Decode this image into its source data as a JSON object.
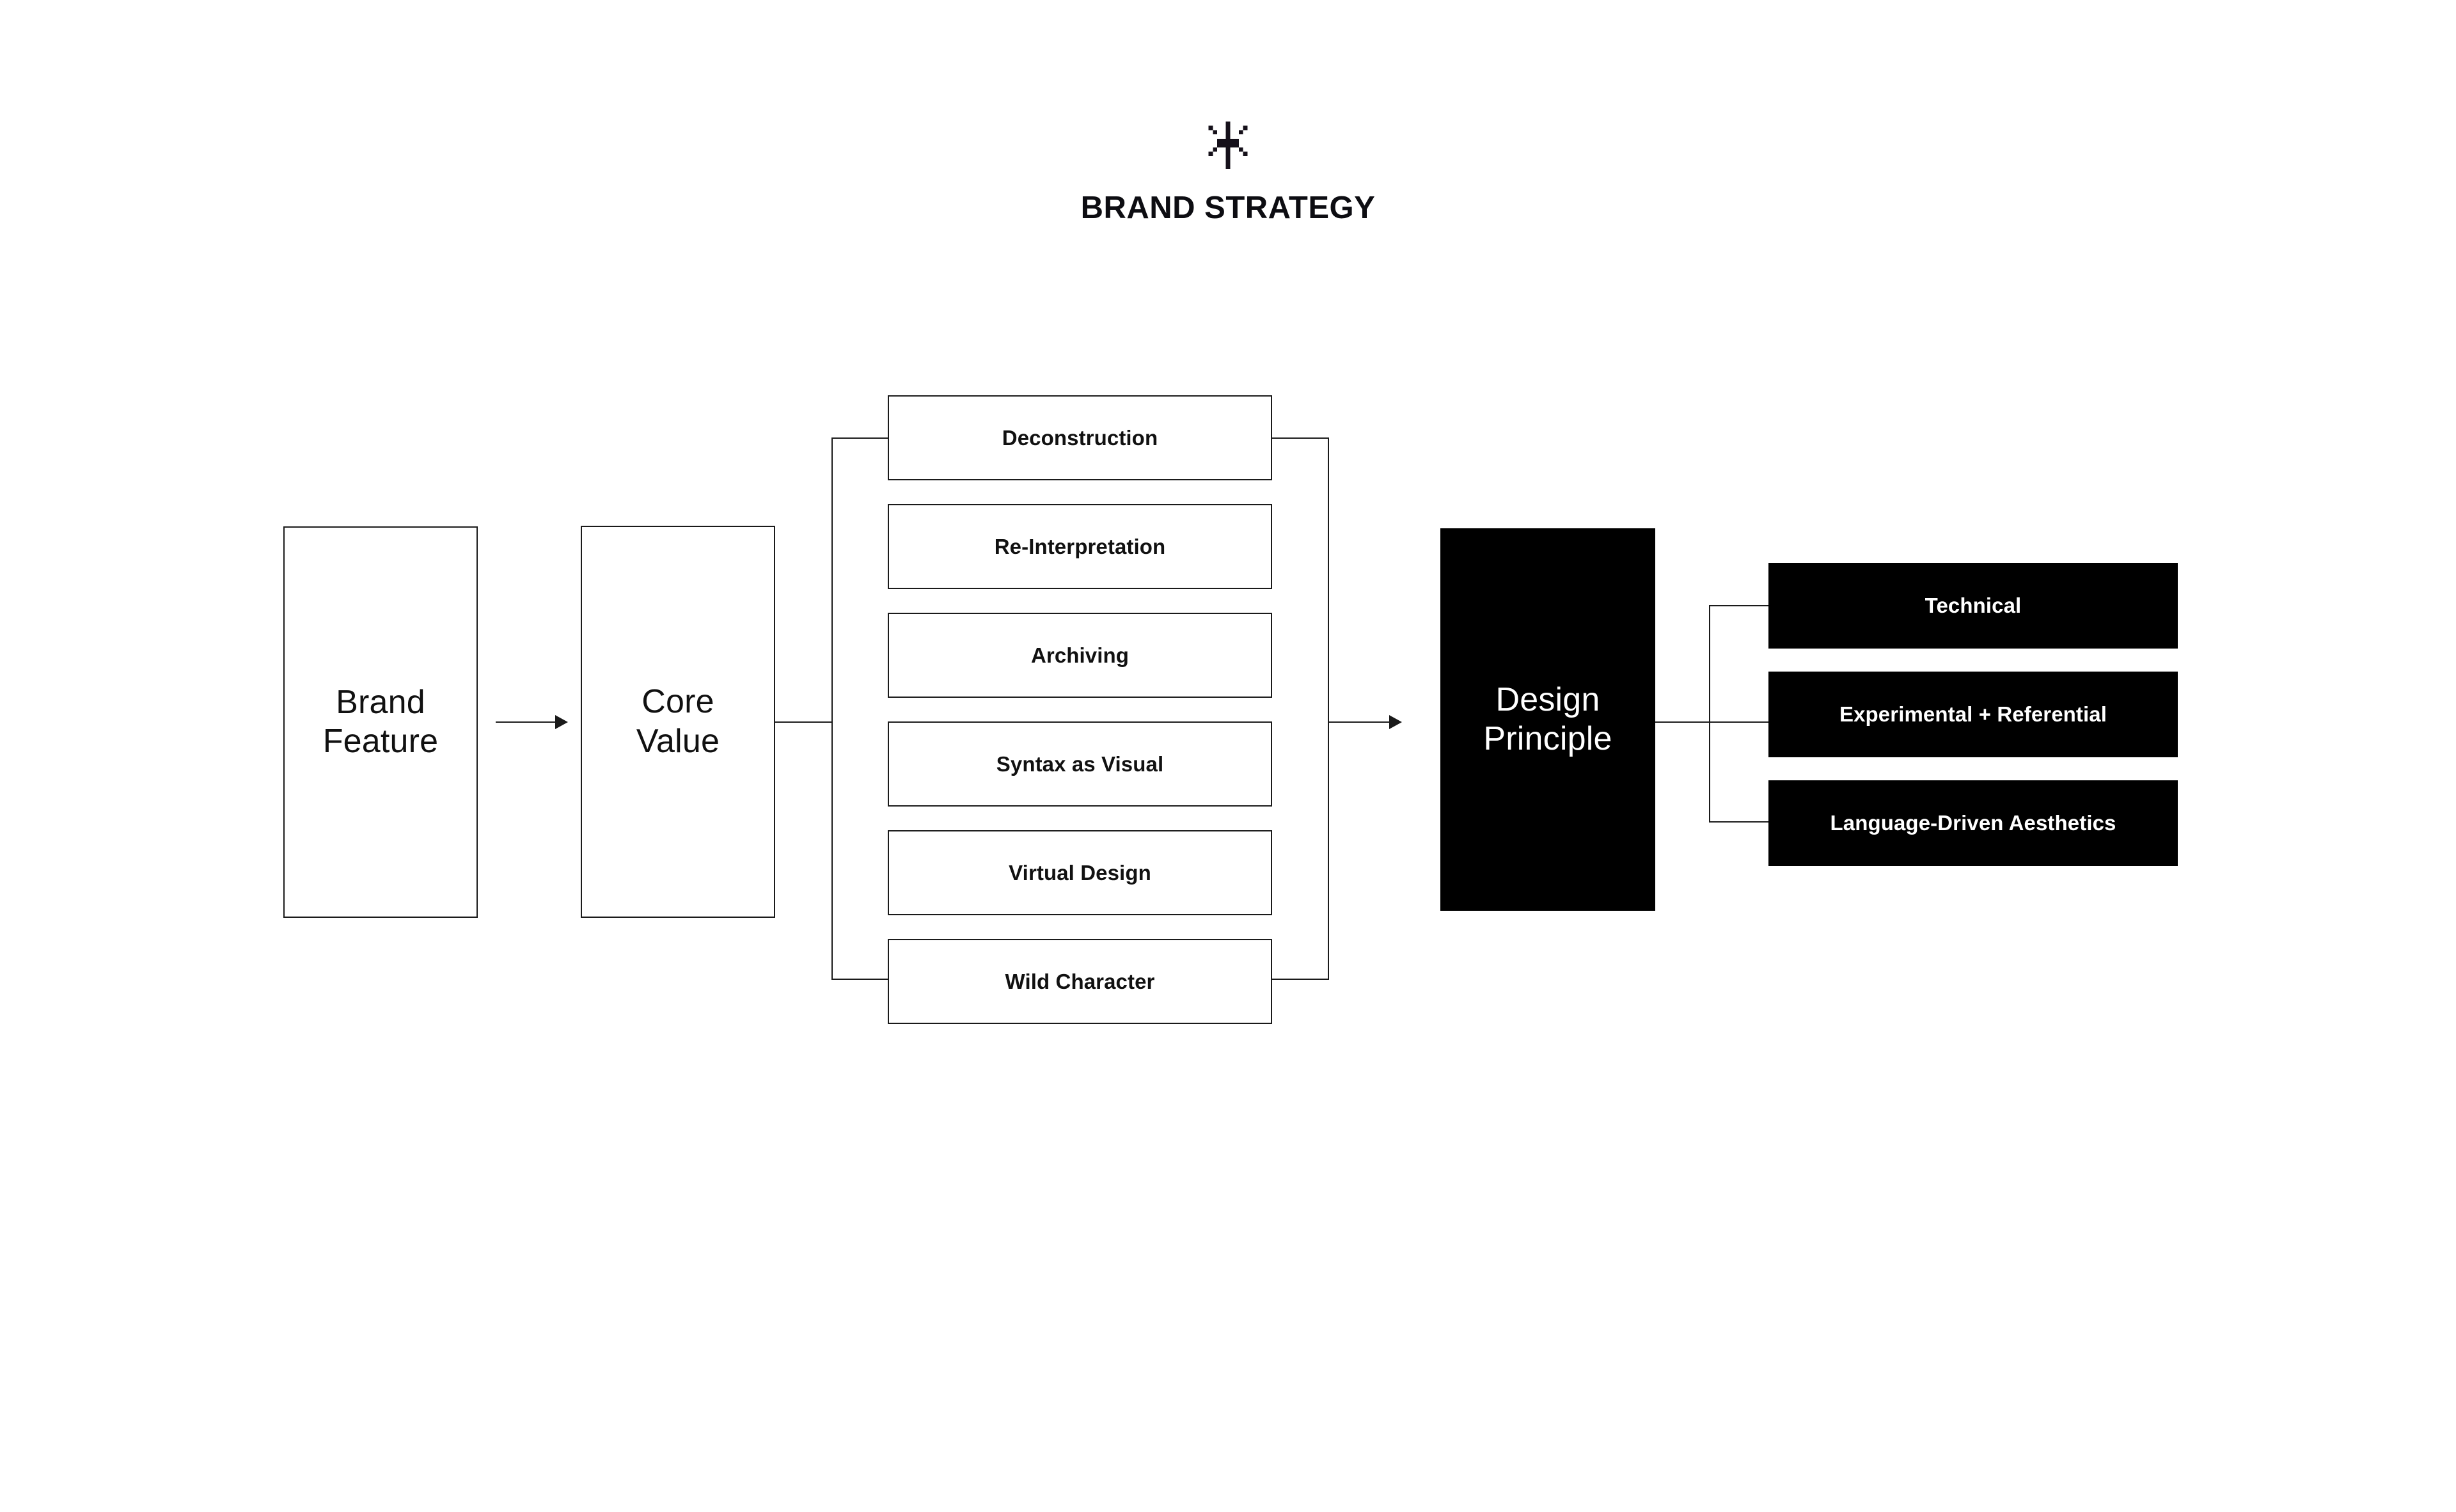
{
  "header": {
    "logo_icon": "pixel-asterisk-icon",
    "title": "BRAND STRATEGY"
  },
  "colors": {
    "background": "#ffffff",
    "stroke": "#1a1a1a",
    "solid_fill": "#000000",
    "solid_text": "#ffffff",
    "outline_text": "#111111"
  },
  "flow": {
    "stages": [
      {
        "id": "brand-feature",
        "label": "Brand\nFeature",
        "style": "outline"
      },
      {
        "id": "core-value",
        "label": "Core\nValue",
        "style": "outline"
      },
      {
        "id": "design-principle",
        "label": "Design\nPrinciple",
        "style": "solid"
      }
    ],
    "core_value_items": [
      {
        "label": "Deconstruction"
      },
      {
        "label": "Re-Interpretation"
      },
      {
        "label": "Archiving"
      },
      {
        "label": "Syntax as Visual"
      },
      {
        "label": "Virtual Design"
      },
      {
        "label": "Wild Character"
      }
    ],
    "design_principle_items": [
      {
        "label": "Technical"
      },
      {
        "label": "Experimental + Referential"
      },
      {
        "label": "Language-Driven Aesthetics"
      }
    ]
  }
}
